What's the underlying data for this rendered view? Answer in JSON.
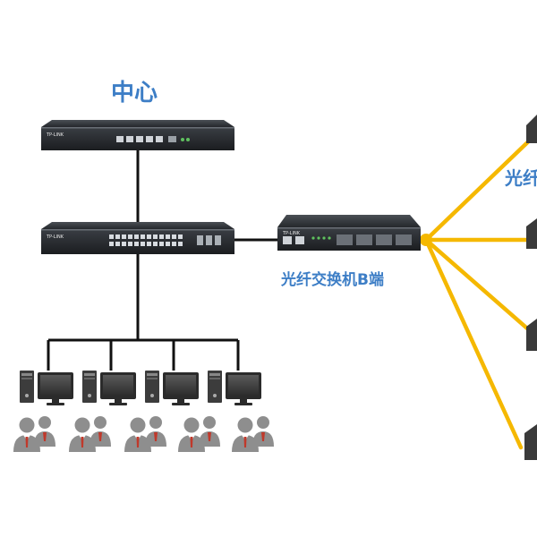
{
  "labels": {
    "center": "中心",
    "fiber_switch_b": "光纤交换机B端",
    "right_edge_partial": "光纤"
  },
  "device_brand": "TP-LINK",
  "icons": [
    "router-icon",
    "switch-icon",
    "fiber-switch-icon",
    "pc-icon",
    "user-group-icon"
  ],
  "colors": {
    "label_blue": "#3d7ec6",
    "fiber_yellow": "#f5b800",
    "link_black": "#111111",
    "user_red": "#c0392b",
    "user_gray": "#8e8e8e"
  }
}
